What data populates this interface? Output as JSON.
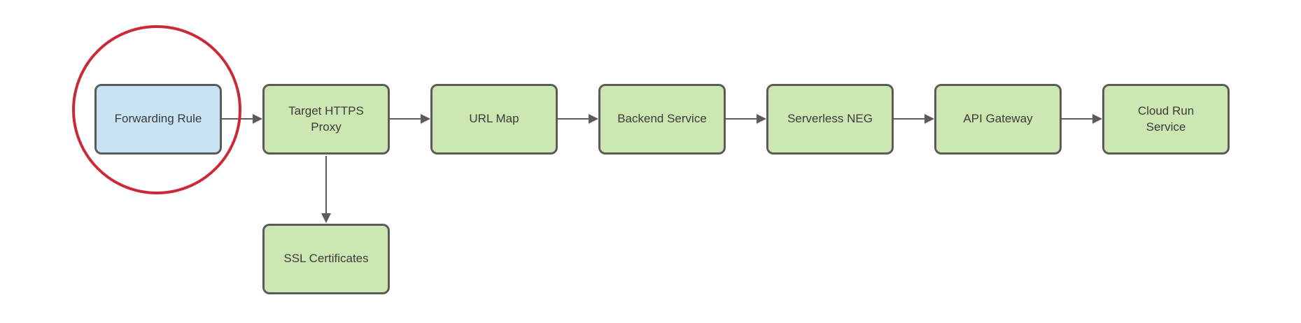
{
  "colors": {
    "node-green": "#cde7b3",
    "node-blue": "#c8e3f4",
    "node-border": "#5b5b5b",
    "arrow": "#5b5b5b",
    "highlight-red": "#cc2936",
    "text": "#3b3b3b",
    "canvas-bg": "#ffffff"
  },
  "diagram": {
    "type": "flowchart",
    "nodes": [
      {
        "label": "Forwarding Rule",
        "fill": "blue",
        "highlighted": true
      },
      {
        "label": "Target HTTPS\nProxy",
        "fill": "green"
      },
      {
        "label": "URL Map",
        "fill": "green"
      },
      {
        "label": "Backend Service",
        "fill": "green"
      },
      {
        "label": "Serverless NEG",
        "fill": "green"
      },
      {
        "label": "API Gateway",
        "fill": "green"
      },
      {
        "label": "Cloud Run\nService",
        "fill": "green"
      },
      {
        "label": "SSL Certificates",
        "fill": "green"
      }
    ],
    "edges": [
      {
        "from": "Forwarding Rule",
        "to": "Target HTTPS Proxy",
        "direction": "right"
      },
      {
        "from": "Target HTTPS Proxy",
        "to": "URL Map",
        "direction": "right"
      },
      {
        "from": "URL Map",
        "to": "Backend Service",
        "direction": "right"
      },
      {
        "from": "Backend Service",
        "to": "Serverless NEG",
        "direction": "right"
      },
      {
        "from": "Serverless NEG",
        "to": "API Gateway",
        "direction": "right"
      },
      {
        "from": "API Gateway",
        "to": "Cloud Run Service",
        "direction": "right"
      },
      {
        "from": "Target HTTPS Proxy",
        "to": "SSL Certificates",
        "direction": "down"
      }
    ],
    "annotations": [
      {
        "type": "circle",
        "around": "Forwarding Rule",
        "color": "#cc2936"
      }
    ]
  }
}
